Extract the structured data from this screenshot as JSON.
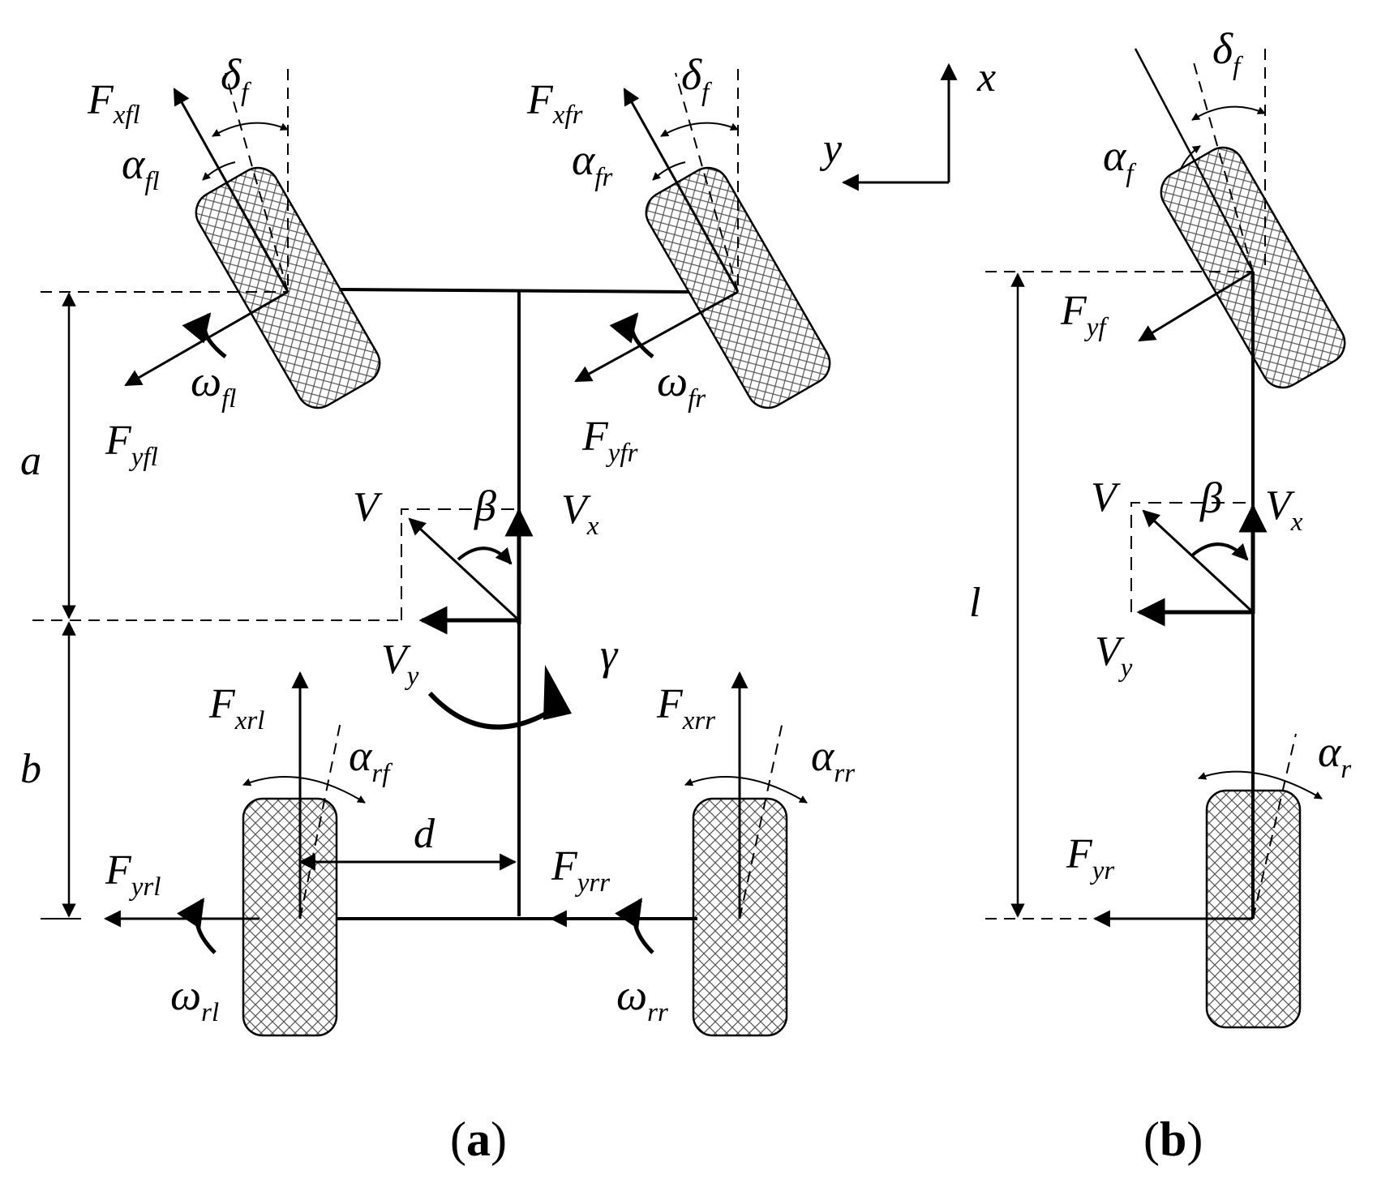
{
  "figure": {
    "caption_a": {
      "open": "(",
      "letter": "a",
      "close": ")"
    },
    "caption_b": {
      "open": "(",
      "letter": "b",
      "close": ")"
    },
    "axes": {
      "x": "x",
      "y": "y"
    },
    "four_wheel": {
      "Fxfl": {
        "base": "F",
        "sub": "xfl"
      },
      "delta_fl": {
        "base": "δ",
        "sub": "f"
      },
      "alpha_fl": {
        "base": "α",
        "sub": "fl"
      },
      "omega_fl": {
        "base": "ω",
        "sub": "fl"
      },
      "Fyfl": {
        "base": "F",
        "sub": "yfl"
      },
      "Fxfr": {
        "base": "F",
        "sub": "xfr"
      },
      "delta_fr": {
        "base": "δ",
        "sub": "f"
      },
      "alpha_fr": {
        "base": "α",
        "sub": "fr"
      },
      "omega_fr": {
        "base": "ω",
        "sub": "fr"
      },
      "Fyfr": {
        "base": "F",
        "sub": "yfr"
      },
      "a": "a",
      "b": "b",
      "d": "d",
      "V": "V",
      "beta": "β",
      "Vx": {
        "base": "V",
        "sub": "x"
      },
      "Vy": {
        "base": "V",
        "sub": "y"
      },
      "gamma": "γ",
      "Fxrl": {
        "base": "F",
        "sub": "xrl"
      },
      "alpha_rf": {
        "base": "α",
        "sub": "rf"
      },
      "Fyrl": {
        "base": "F",
        "sub": "yrl"
      },
      "omega_rl": {
        "base": "ω",
        "sub": "rl"
      },
      "Fxrr": {
        "base": "F",
        "sub": "xrr"
      },
      "alpha_rr": {
        "base": "α",
        "sub": "rr"
      },
      "Fyrr": {
        "base": "F",
        "sub": "yrr"
      },
      "omega_rr": {
        "base": "ω",
        "sub": "rr"
      }
    },
    "bicycle": {
      "delta_f": {
        "base": "δ",
        "sub": "f"
      },
      "alpha_f": {
        "base": "α",
        "sub": "f"
      },
      "Fyf": {
        "base": "F",
        "sub": "yf"
      },
      "l": "l",
      "V": "V",
      "beta": "β",
      "Vx": {
        "base": "V",
        "sub": "x"
      },
      "Vy": {
        "base": "V",
        "sub": "y"
      },
      "alpha_r": {
        "base": "α",
        "sub": "r"
      },
      "Fyr": {
        "base": "F",
        "sub": "yr"
      }
    }
  }
}
